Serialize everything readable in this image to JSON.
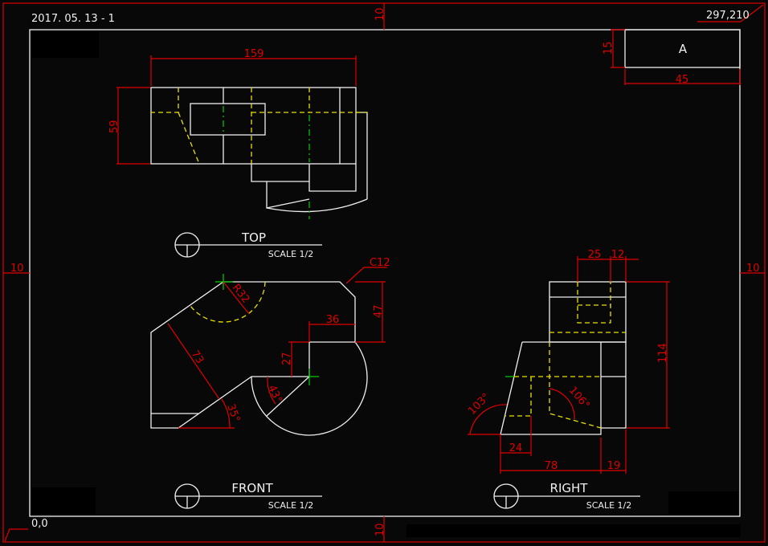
{
  "sheet": {
    "date_label": "2017. 05. 13 - 1",
    "size_label": "297,210",
    "origin_label": "0,0",
    "margin_top": "10",
    "margin_bottom": "10",
    "margin_left": "10",
    "margin_right": "10"
  },
  "title_block": {
    "letter": "A",
    "height_dim": "15",
    "width_dim": "45"
  },
  "views": {
    "top": {
      "label": "TOP",
      "scale": "SCALE 1/2",
      "dims": {
        "width": "159",
        "height": "59"
      }
    },
    "front": {
      "label": "FRONT",
      "scale": "SCALE 1/2",
      "dims": {
        "length": "73",
        "radius": "R32",
        "chamfer": "C12",
        "height": "47",
        "step_width": "36",
        "step_height": "27",
        "angle_bottom": "35°",
        "angle_arc": "43°"
      }
    },
    "right": {
      "label": "RIGHT",
      "scale": "SCALE 1/2",
      "dims": {
        "slot": "25",
        "offset": "12",
        "height": "114",
        "inner": "24",
        "base": "78",
        "right_w": "19",
        "angle_left": "103°",
        "angle_inner": "106°"
      }
    }
  },
  "colors": {
    "background": "#080808",
    "object": "#f0f0f0",
    "dimension": "#e00000",
    "hidden": "#e8e000",
    "center": "#00d000"
  }
}
